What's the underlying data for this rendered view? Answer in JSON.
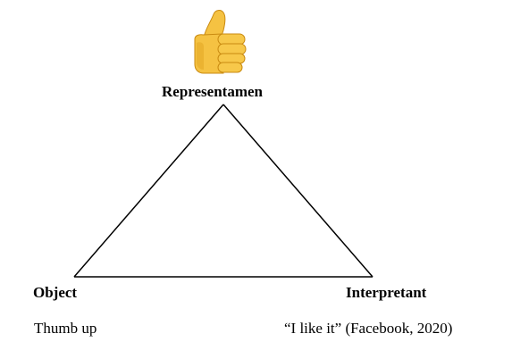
{
  "nodes": {
    "representamen": "Representamen",
    "object": "Object",
    "interpretant": "Interpretant"
  },
  "captions": {
    "object_example": "Thumb up",
    "interpretant_example": "“I like it” (Facebook, 2020)"
  },
  "icons": {
    "representamen_icon": "thumbs-up-icon"
  },
  "colors": {
    "thumb_fill": "#f5c242",
    "thumb_shadow": "#e0a21d",
    "thumb_stroke": "#c98a10",
    "lines": "#000000"
  }
}
